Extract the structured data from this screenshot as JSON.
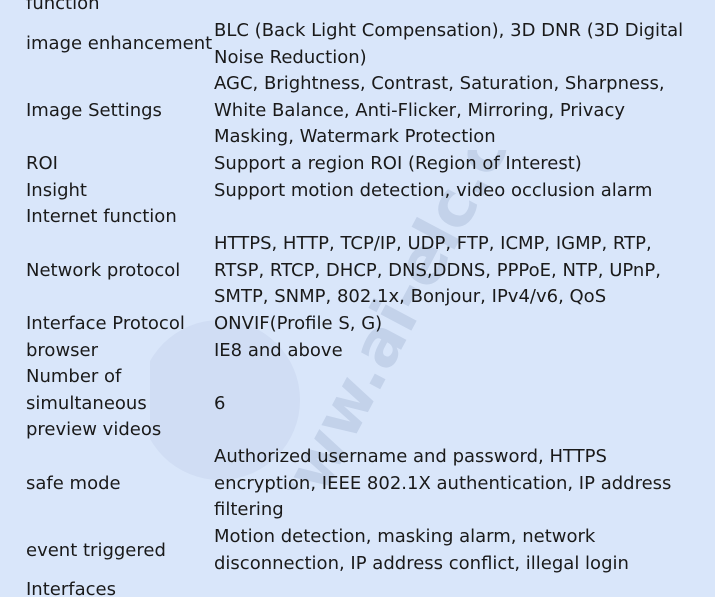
{
  "watermark": {
    "text": "www.ai-elc.cn",
    "color": "#c3d2ea"
  },
  "spec_rows": [
    {
      "label": "function",
      "value": ""
    },
    {
      "label": "image enhancement",
      "value": "BLC (Back Light Compensation), 3D DNR (3D Digital Noise Reduction)"
    },
    {
      "label": "Image Settings",
      "value": "AGC, Brightness, Contrast, Saturation, Sharpness, White Balance, Anti-Flicker, Mirroring, Privacy Masking, Watermark Protection"
    },
    {
      "label": "ROI",
      "value": "Support a region ROI (Region of Interest)"
    },
    {
      "label": "Insight",
      "value": "Support motion detection, video occlusion alarm"
    },
    {
      "label": "Internet function",
      "value": ""
    },
    {
      "label": "Network protocol",
      "value": "HTTPS, HTTP, TCP/IP, UDP, FTP, ICMP, IGMP, RTP, RTSP, RTCP, DHCP, DNS,DDNS, PPPoE, NTP, UPnP, SMTP, SNMP, 802.1x, Bonjour, IPv4/v6, QoS"
    },
    {
      "label": "Interface Protocol",
      "value": "ONVIF(Profile S, G)"
    },
    {
      "label": "browser",
      "value": "IE8 and above"
    },
    {
      "label": "Number of simultaneous preview videos",
      "value": "6"
    },
    {
      "label": "safe mode",
      "value": "Authorized username and password, HTTPS encryption, IEEE 802.1X authentication, IP address filtering"
    },
    {
      "label": "event triggered",
      "value": "Motion detection, masking alarm, network disconnection, IP address conflict, illegal login"
    },
    {
      "label": "Interfaces",
      "value": ""
    }
  ]
}
